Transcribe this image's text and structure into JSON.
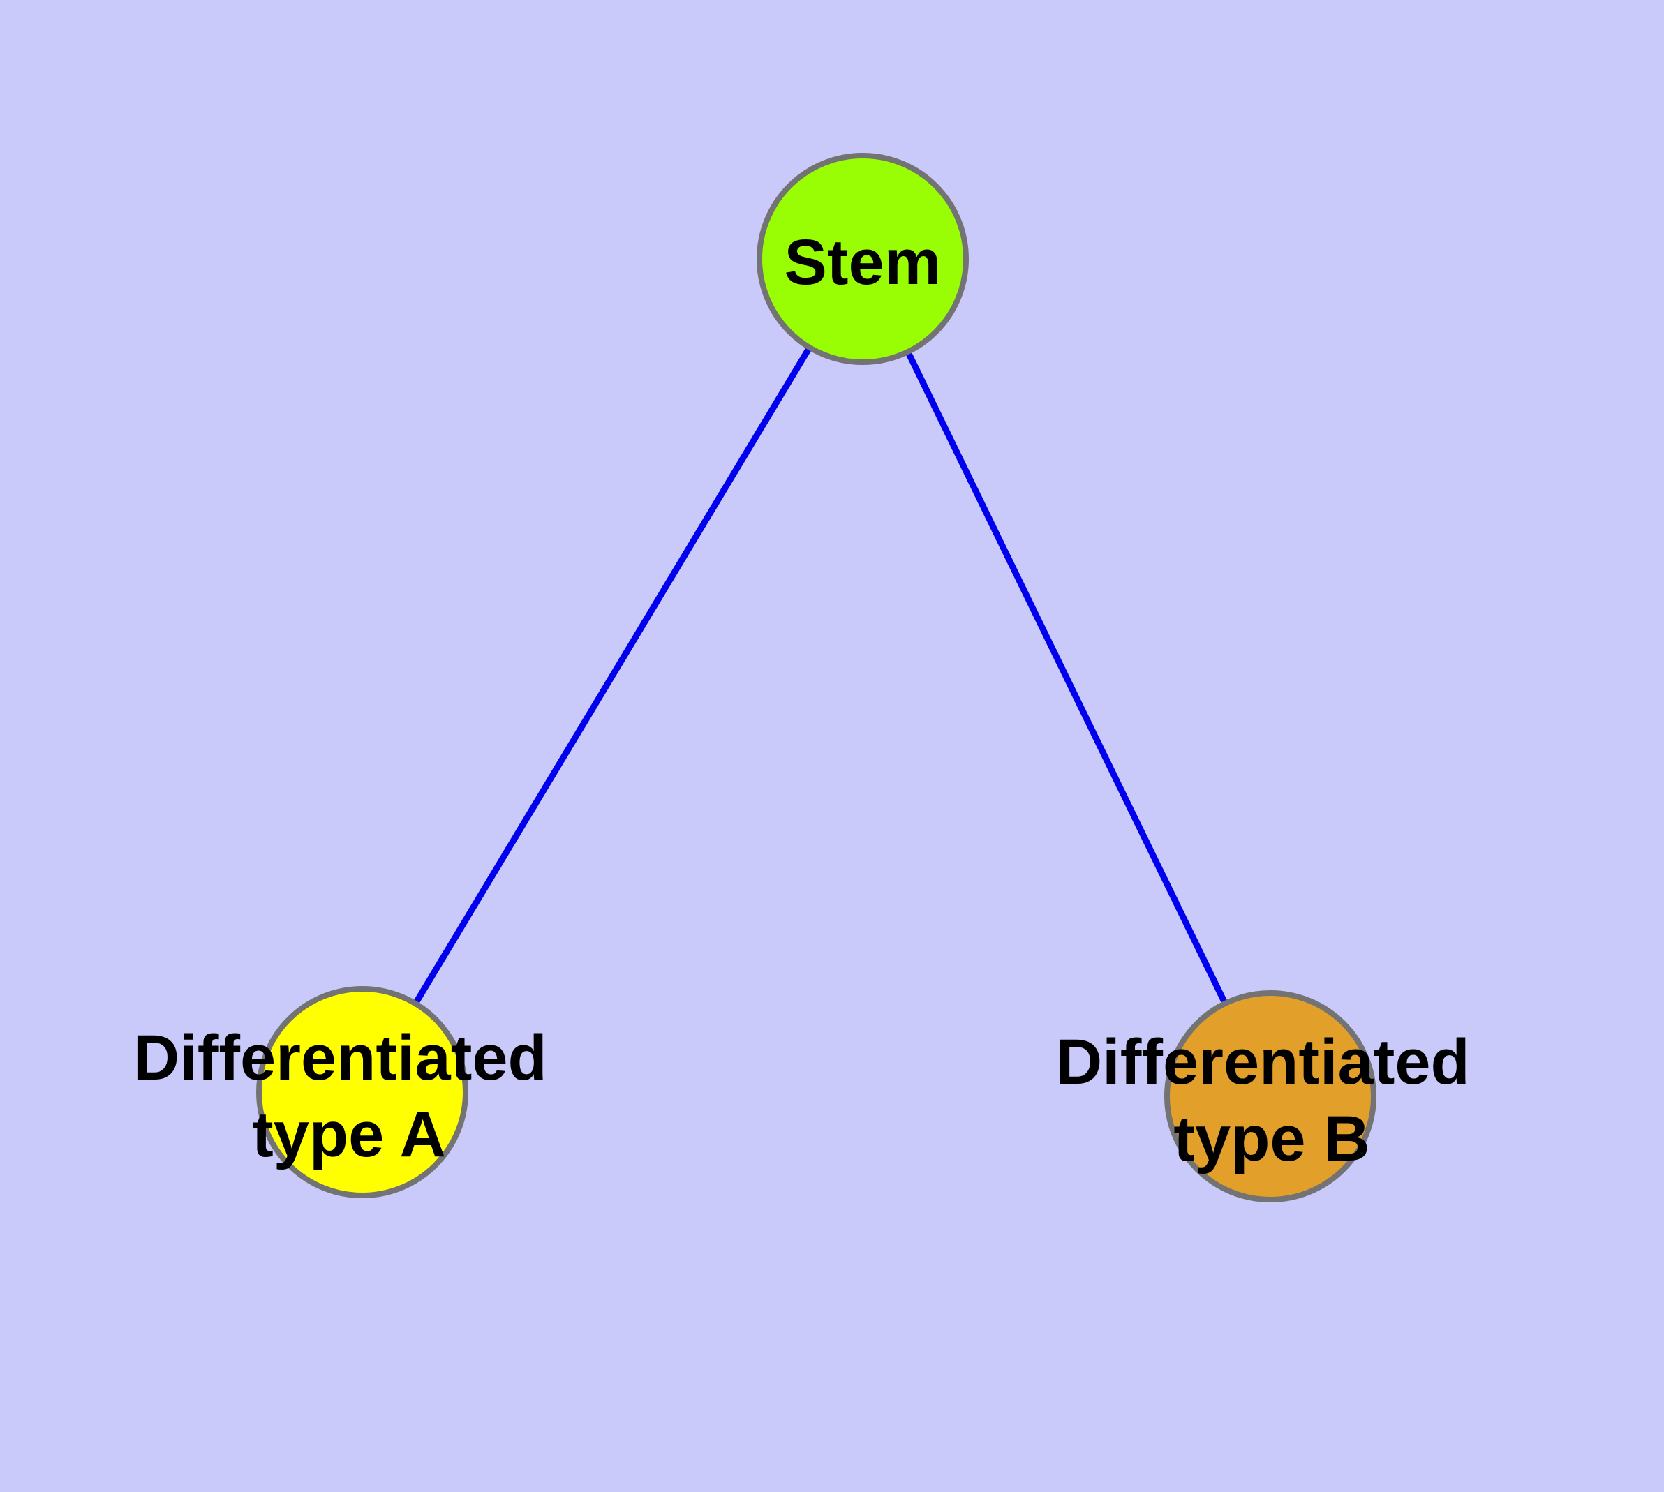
{
  "figure": {
    "kind": "cell-differentiation-graph",
    "background_color": "#C9C9FA",
    "edge_color": "#0000EE",
    "node_border_color": "#737373",
    "text_color": "#000000"
  },
  "nodes": [
    {
      "id": "stem",
      "label": "Stem",
      "label_line1": "Stem",
      "label_line2": "",
      "color": "#99FE03"
    },
    {
      "id": "differentiated-type-a",
      "label": "Differentiated type A",
      "label_line1": "Differentiated",
      "label_line2": "type A",
      "color": "#FFFF00"
    },
    {
      "id": "differentiated-type-b",
      "label": "Differentiated type B",
      "label_line1": "Differentiated",
      "label_line2": "type B",
      "color": "#E2A02A"
    }
  ],
  "edges": [
    {
      "from": "Stem",
      "to": "Differentiated type A",
      "color": "#0000EE"
    },
    {
      "from": "Stem",
      "to": "Differentiated type B",
      "color": "#0000EE"
    }
  ]
}
